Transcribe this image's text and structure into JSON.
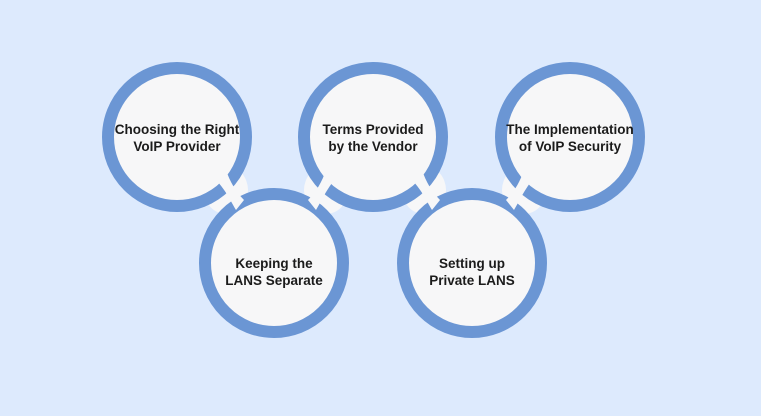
{
  "diagram": {
    "steps": [
      {
        "label": "Choosing the Right\nVoIP Provider"
      },
      {
        "label": "Keeping the\nLANS Separate"
      },
      {
        "label": "Terms Provided\nby the Vendor"
      },
      {
        "label": "Setting up\nPrivate LANS"
      },
      {
        "label": "The Implementation\nof VoIP Security"
      }
    ],
    "colors": {
      "background": "#ddeafd",
      "ring": "#6b96d4",
      "disc": "#f7f7f8",
      "text": "#1b1b1b"
    }
  }
}
